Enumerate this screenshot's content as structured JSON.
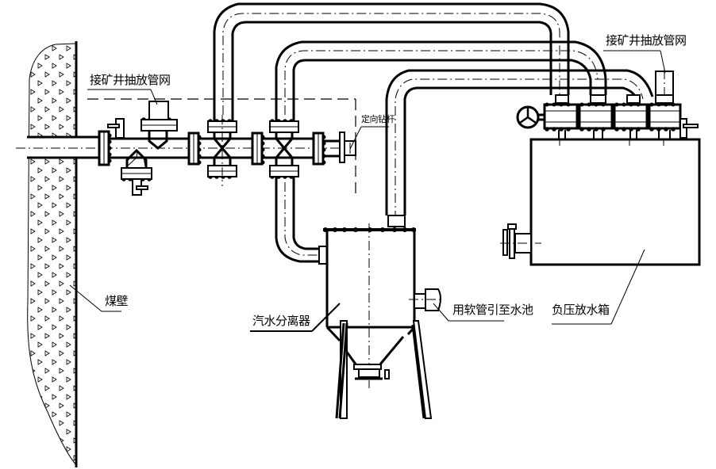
{
  "diagram": {
    "title": "",
    "colors": {
      "line": "#000000",
      "background": "#ffffff",
      "bolt_accent": "#000080"
    },
    "labels": {
      "mine_drainage_network_left": "接矿井抽放管网",
      "mine_drainage_network_right": "接矿井抽放管网",
      "directional_drill_rod": "定向钻杆",
      "coal_wall": "煤壁",
      "steam_water_separator": "汽水分离器",
      "hose_to_sump": "用软管引至水池",
      "negative_pressure_water_tank": "负压放水箱"
    },
    "components": [
      {
        "id": "coal-wall",
        "label_key": "coal_wall"
      },
      {
        "id": "borehole-pipe",
        "label_key": ""
      },
      {
        "id": "cross-fitting-1",
        "label_key": ""
      },
      {
        "id": "cross-fitting-2",
        "label_key": ""
      },
      {
        "id": "directional-drill-rod",
        "label_key": "directional_drill_rod"
      },
      {
        "id": "steam-water-separator",
        "label_key": "steam_water_separator"
      },
      {
        "id": "negative-pressure-water-tank",
        "label_key": "negative_pressure_water_tank"
      },
      {
        "id": "valve-handwheel",
        "label_key": ""
      },
      {
        "id": "hose-outlet",
        "label_key": "hose_to_sump"
      }
    ]
  }
}
